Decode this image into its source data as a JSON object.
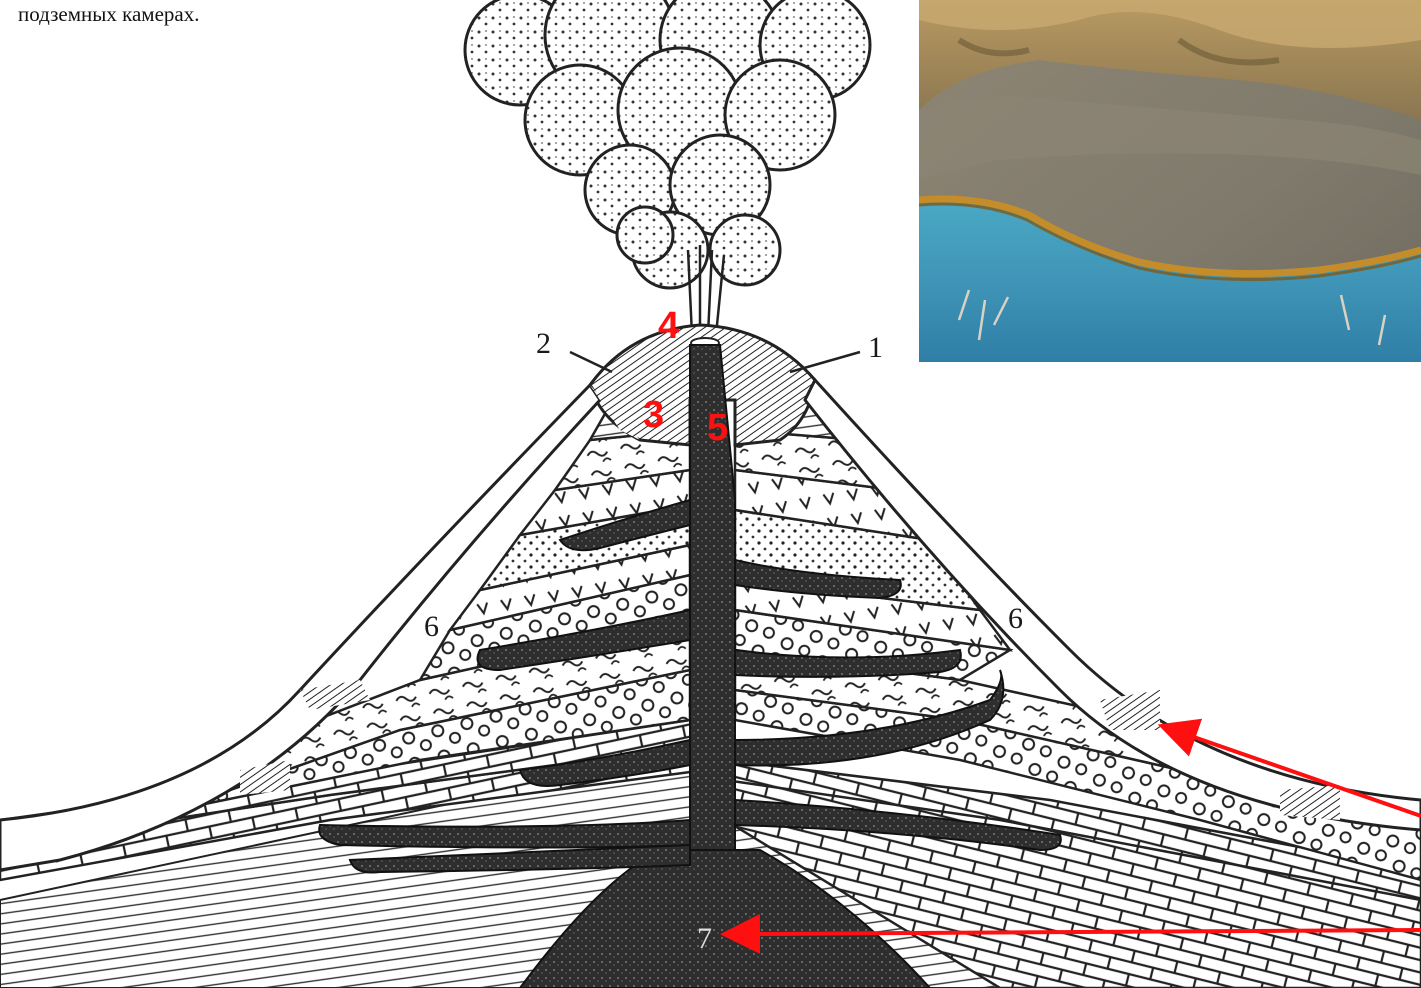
{
  "caption": "подземных камерах.",
  "diagram": {
    "ink_labels": [
      "1",
      "2",
      "6",
      "6",
      "7"
    ],
    "overlay_labels": [
      "4",
      "3",
      "5"
    ],
    "arrow_color": "#ff1010",
    "label_color": "#ff1010"
  }
}
